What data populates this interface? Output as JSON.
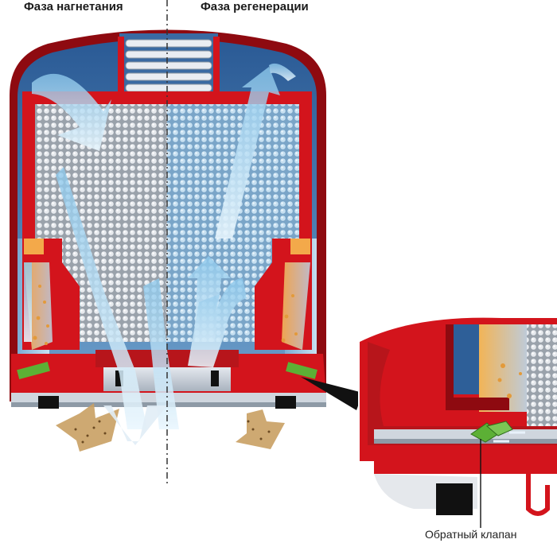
{
  "labels": {
    "phase_left": "Фаза нагнетания",
    "phase_right": "Фаза регенерации",
    "valve": "Обратный клапан"
  },
  "colors": {
    "housing_red": "#d3141c",
    "housing_dark": "#8e0a10",
    "dome_blue": "#2e5f98",
    "filter_gray": "#b9c0c8",
    "filter_blue": "#9dc3e0",
    "air_arrow": "#bfe2f5",
    "valve_green": "#5cb035",
    "oil_orange": "#e39a3a",
    "base_black": "#111111"
  },
  "icons": [
    "air-flow-arrow",
    "oil-flow-arrow",
    "spring-icon",
    "check-valve-icon"
  ]
}
